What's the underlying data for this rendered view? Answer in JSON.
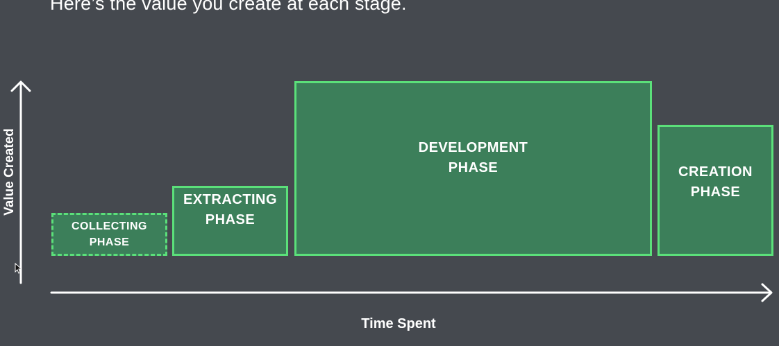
{
  "caption": "Here’s the value you create at each stage.",
  "axes": {
    "y_label": "Value Created",
    "x_label": "Time Spent"
  },
  "phases": [
    {
      "line1": "COLLECTING",
      "line2": "PHASE",
      "border_style": "dashed"
    },
    {
      "line1": "EXTRACTING",
      "line2": "PHASE",
      "border_style": "solid"
    },
    {
      "line1": "DEVELOPMENT",
      "line2": "PHASE",
      "border_style": "solid"
    },
    {
      "line1": "CREATION",
      "line2": "PHASE",
      "border_style": "solid"
    }
  ],
  "colors": {
    "background": "#45494f",
    "box_fill": "#3c7f5a",
    "box_border": "#5be07a",
    "axis": "#ffffff"
  },
  "icons": {
    "y_arrow": "arrow-up-icon",
    "x_arrow": "arrow-right-icon",
    "cursor": "mouse-pointer-icon"
  }
}
